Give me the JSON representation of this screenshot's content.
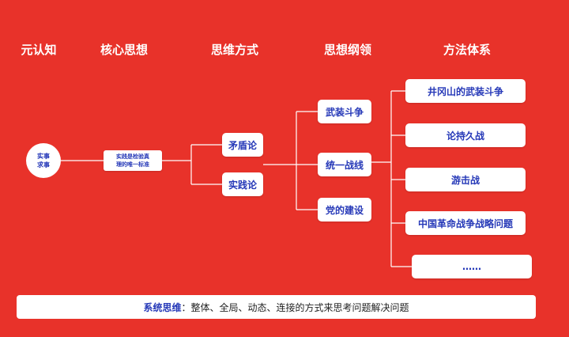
{
  "headers": [
    "元认知",
    "核心思想",
    "思维方式",
    "思想纲领",
    "方法体系"
  ],
  "meta_node": {
    "line1": "实事",
    "line2": "求事"
  },
  "core_node": {
    "line1": "实践是检验真",
    "line2": "理的唯一标准"
  },
  "thinking_modes": [
    "矛盾论",
    "实践论"
  ],
  "programs": [
    "武装斗争",
    "统一战线",
    "党的建设"
  ],
  "methods": [
    "井冈山的武装斗争",
    "论持久战",
    "游击战",
    "中国革命战争战略问题",
    "……"
  ],
  "footer": {
    "title": "系统思维",
    "sep": "：",
    "text": "整体、全局、动态、连接的方式来思考问题解决问题"
  },
  "colors": {
    "background": "#e8322a",
    "accent": "#2639b8",
    "line": "#ffffff"
  }
}
